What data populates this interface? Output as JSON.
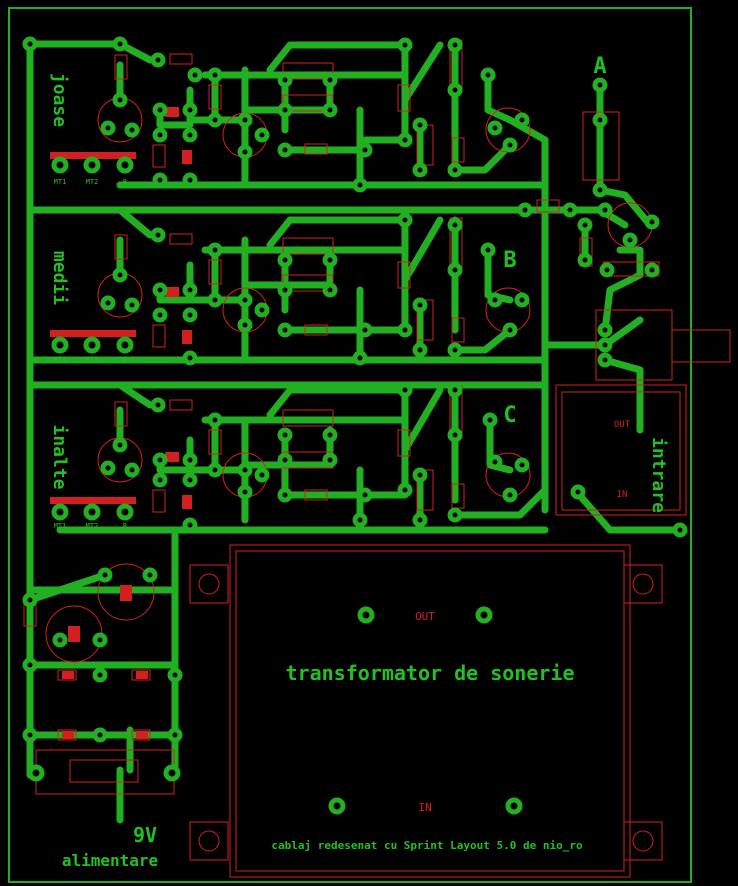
{
  "labels": {
    "channel_a": "A",
    "channel_b": "B",
    "channel_c": "C",
    "row1_text": "joase",
    "row2_text": "medii",
    "row3_text": "inalte",
    "side_text": "intrare",
    "out_small": "OUT",
    "in_small": "IN",
    "transformer_title": "transformator de sonerie",
    "transformer_out": "OUT",
    "transformer_in": "IN",
    "credit": "cablaj redesenat cu Sprint Layout 5.0 de nio_ro",
    "voltage": "9V",
    "supply": "alimentare",
    "mt1": "MT1",
    "mt2": "MT2",
    "b": "B"
  },
  "colors": {
    "background": "#000000",
    "track": "#22b022",
    "silkscreen": "#d22020",
    "pad_ring": "#1aa81a",
    "text_green": "#22c022"
  }
}
